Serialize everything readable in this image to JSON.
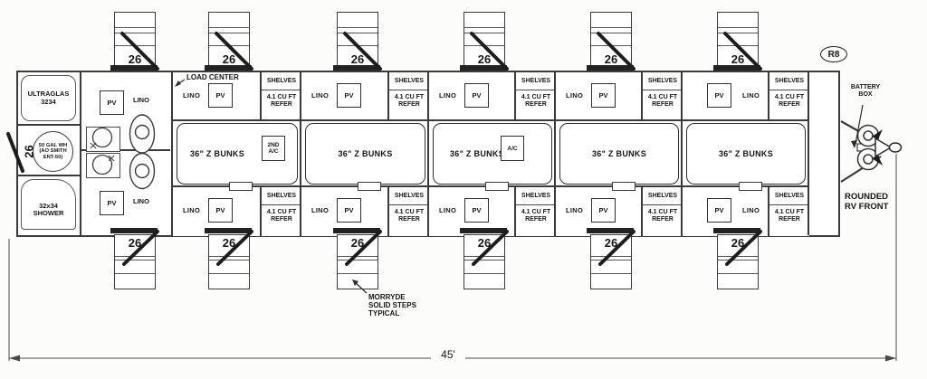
{
  "colors": {
    "ink": "#1f1f1f",
    "line": "#3a3a3a",
    "paper": "#fcfcfb"
  },
  "revision_tag": "R8",
  "door_label": "26",
  "dimension": {
    "length": "45'"
  },
  "callouts": {
    "load_center": "LOAD CENTER",
    "morryde": [
      "MORRYDE",
      "SOLID STEPS",
      "TYPICAL"
    ],
    "battery": [
      "BATTERY",
      "BOX"
    ],
    "front": [
      "ROUNDED",
      "RV FRONT"
    ]
  },
  "bath": {
    "tub": [
      "ULTRAGLAS",
      "3234"
    ],
    "water_heater": [
      "50 GAL WH",
      "(AO SMITH",
      "ENT-50)"
    ],
    "shower": [
      "32x34",
      "SHOWER"
    ],
    "lino": "LINO",
    "pv": "PV"
  },
  "bay_common": {
    "lino": "LINO",
    "pv": "PV",
    "shelves": "SHELVES",
    "refer_line1": "4.1 CU FT",
    "refer_line2": "REFER"
  },
  "bays": [
    {
      "bunks": "36\" Z BUNKS",
      "unit": "2ND A/C"
    },
    {
      "bunks": "36\" Z BUNKS",
      "unit": ""
    },
    {
      "bunks": "36\" Z BUNKS",
      "unit": "A/C"
    },
    {
      "bunks": "36\" Z BUNKS",
      "unit": ""
    },
    {
      "bunks": "36\" Z BUNKS",
      "unit": ""
    }
  ]
}
